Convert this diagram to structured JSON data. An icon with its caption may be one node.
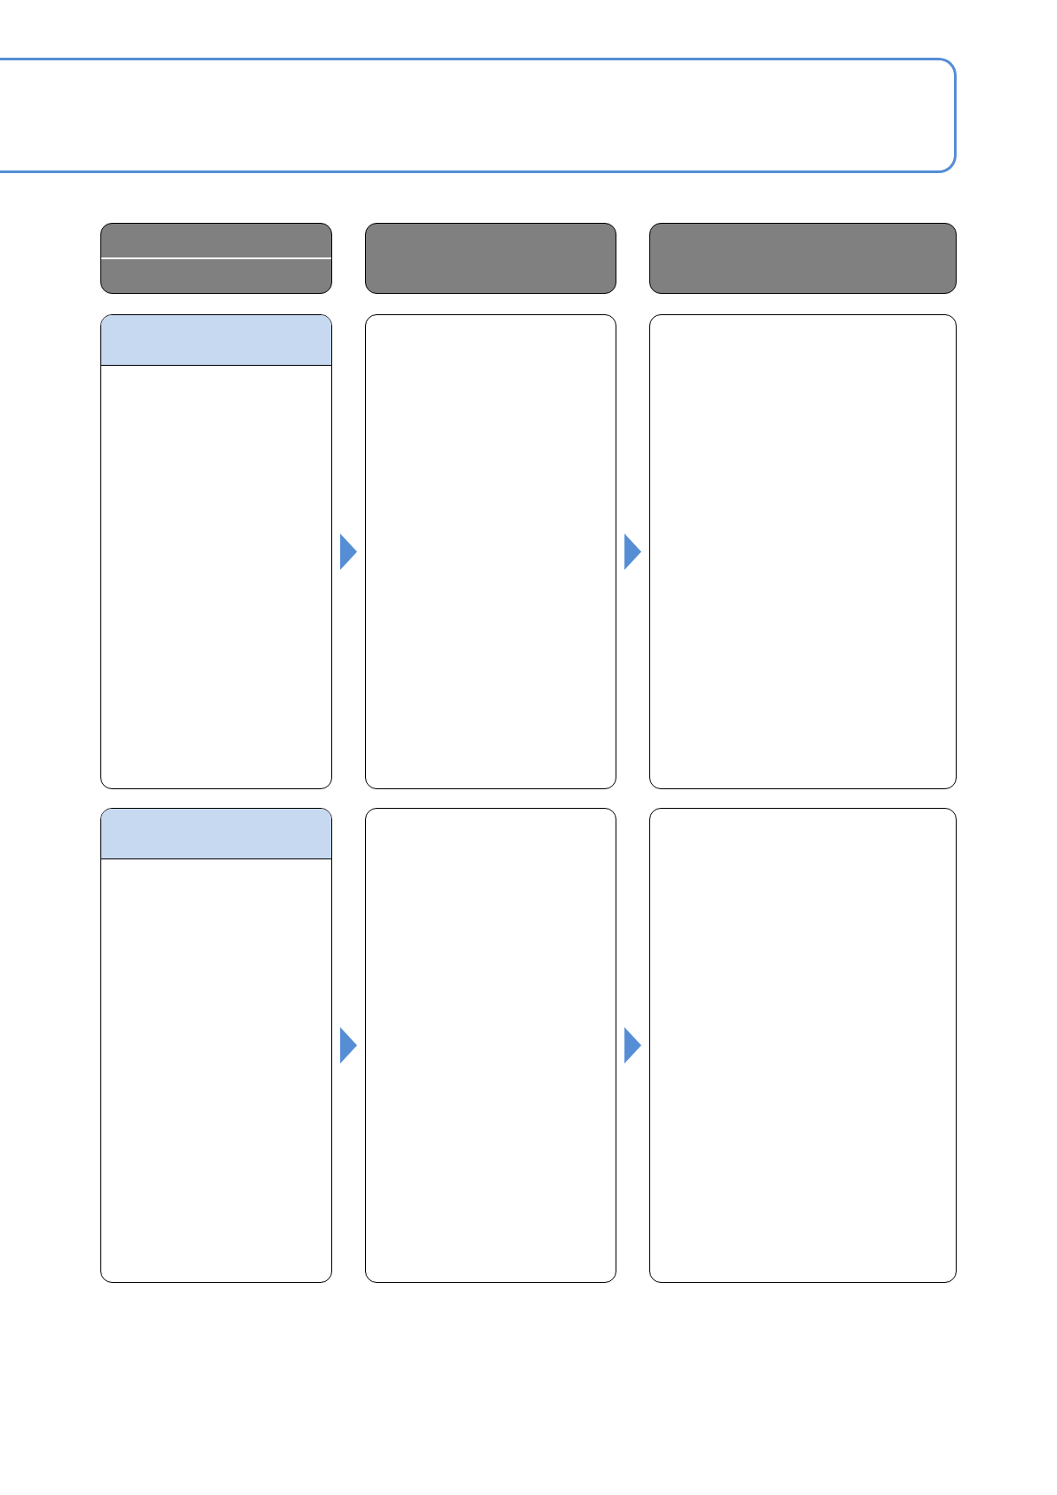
{
  "diagram": {
    "nodes": [
      {
        "text": [],
        "shape": "box"
      },
      {
        "text": [],
        "shape": "box"
      },
      {
        "text": [],
        "shape": "box"
      },
      {
        "text": [],
        "shape": "box"
      },
      {
        "text": [],
        "shape": "box"
      },
      {
        "text": [],
        "shape": "bar",
        "in": 4
      },
      {
        "text": [],
        "shape": "box"
      },
      {
        "text": [],
        "shape": "box"
      },
      {
        "text": [],
        "shape": "box"
      },
      {
        "text": [],
        "shape": "bar",
        "in": 8
      },
      {
        "text": [],
        "shape": "box"
      },
      {
        "text": [],
        "shape": "box"
      }
    ],
    "edges": [
      {
        "from": 4,
        "to": 6,
        "arrow": "to"
      },
      {
        "from": 6,
        "to": 7,
        "arrow": "to"
      },
      {
        "from": 8,
        "to": 10,
        "arrow": "to"
      },
      {
        "from": 10,
        "to": 11,
        "arrow": "to"
      }
    ]
  }
}
